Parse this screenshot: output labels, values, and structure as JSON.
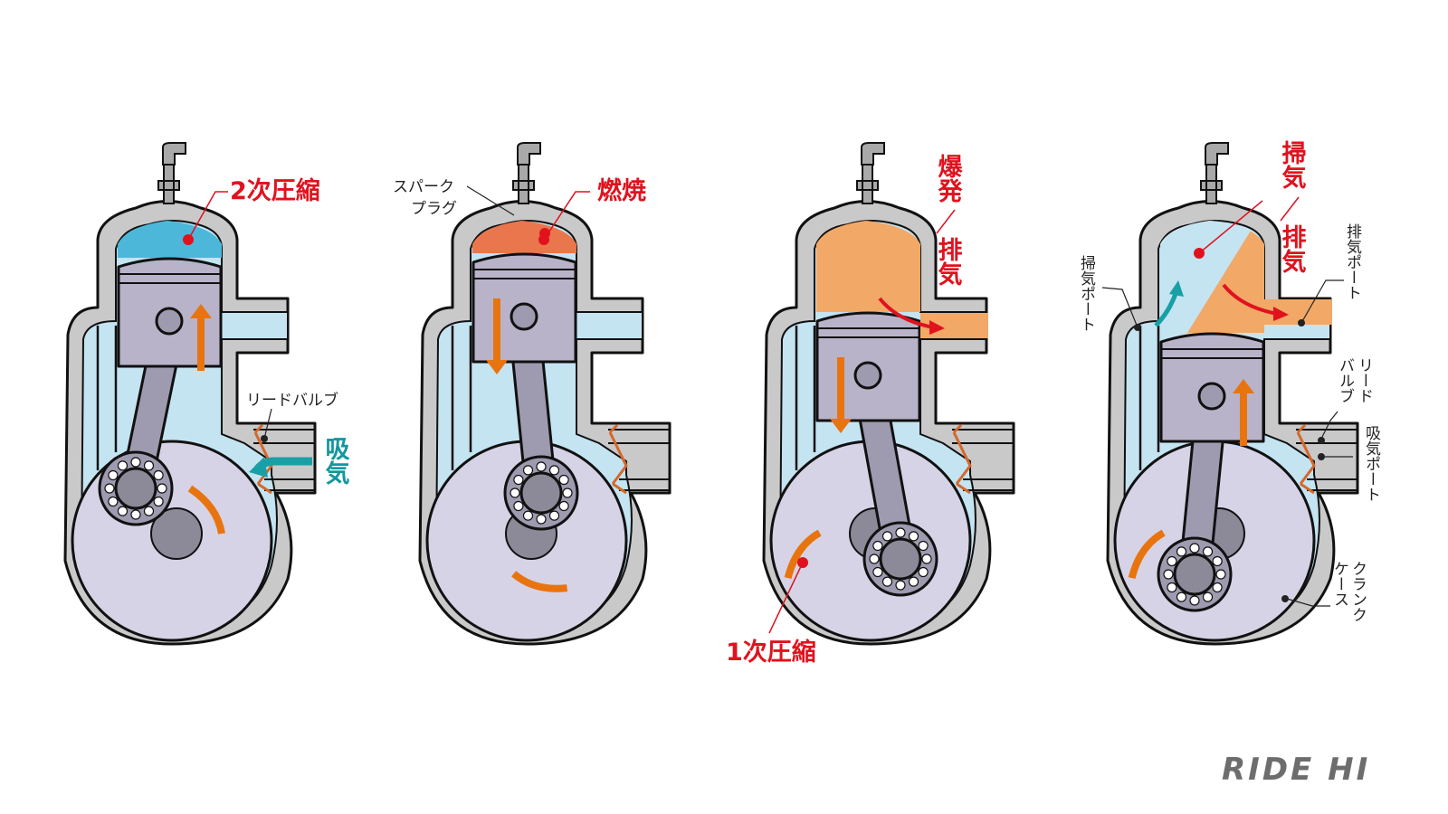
{
  "title": "2-stroke engine cycle",
  "panels": [
    {
      "stage": "2次圧縮",
      "chamber_color": "#4db7d9",
      "piston_motion": "up",
      "labels": {
        "reed_valve": "リードバルブ",
        "intake": "吸気"
      }
    },
    {
      "stage": "燃焼",
      "chamber_color": "#e9764c",
      "piston_motion": "down",
      "labels": {
        "spark_plug": "スパーク プラグ",
        "spark_plug_line1": "スパーク",
        "spark_plug_line2": "プラグ"
      }
    },
    {
      "stage": "爆発",
      "stage2": "排気",
      "chamber_color": "#f2a867",
      "piston_motion": "down",
      "labels": {
        "primary_compression": "1次圧縮"
      }
    },
    {
      "stage": "掃気",
      "stage2": "排気",
      "chamber_color": "#f2a867",
      "piston_motion": "up",
      "labels": {
        "scavenge_port": "掃気ポート",
        "exhaust_port": "排気ポート",
        "reed_valve": "リードバルブ",
        "reed_valve_line1": "リード",
        "reed_valve_line2": "バルブ",
        "intake_port": "吸気ポート",
        "crankcase": "クランクケース",
        "crankcase_line1": "クランク",
        "crankcase_line2": "ケース"
      }
    }
  ],
  "colors": {
    "arrow": "#e8740f",
    "flow": "#18a0a6",
    "exhaust_arrow": "#e0121e",
    "housing": "#c9c9c9",
    "piston": "#b8b3c9",
    "crank": "#d6d3e6",
    "mixture": "#c4e4f2"
  },
  "logo": "RIDE HI"
}
